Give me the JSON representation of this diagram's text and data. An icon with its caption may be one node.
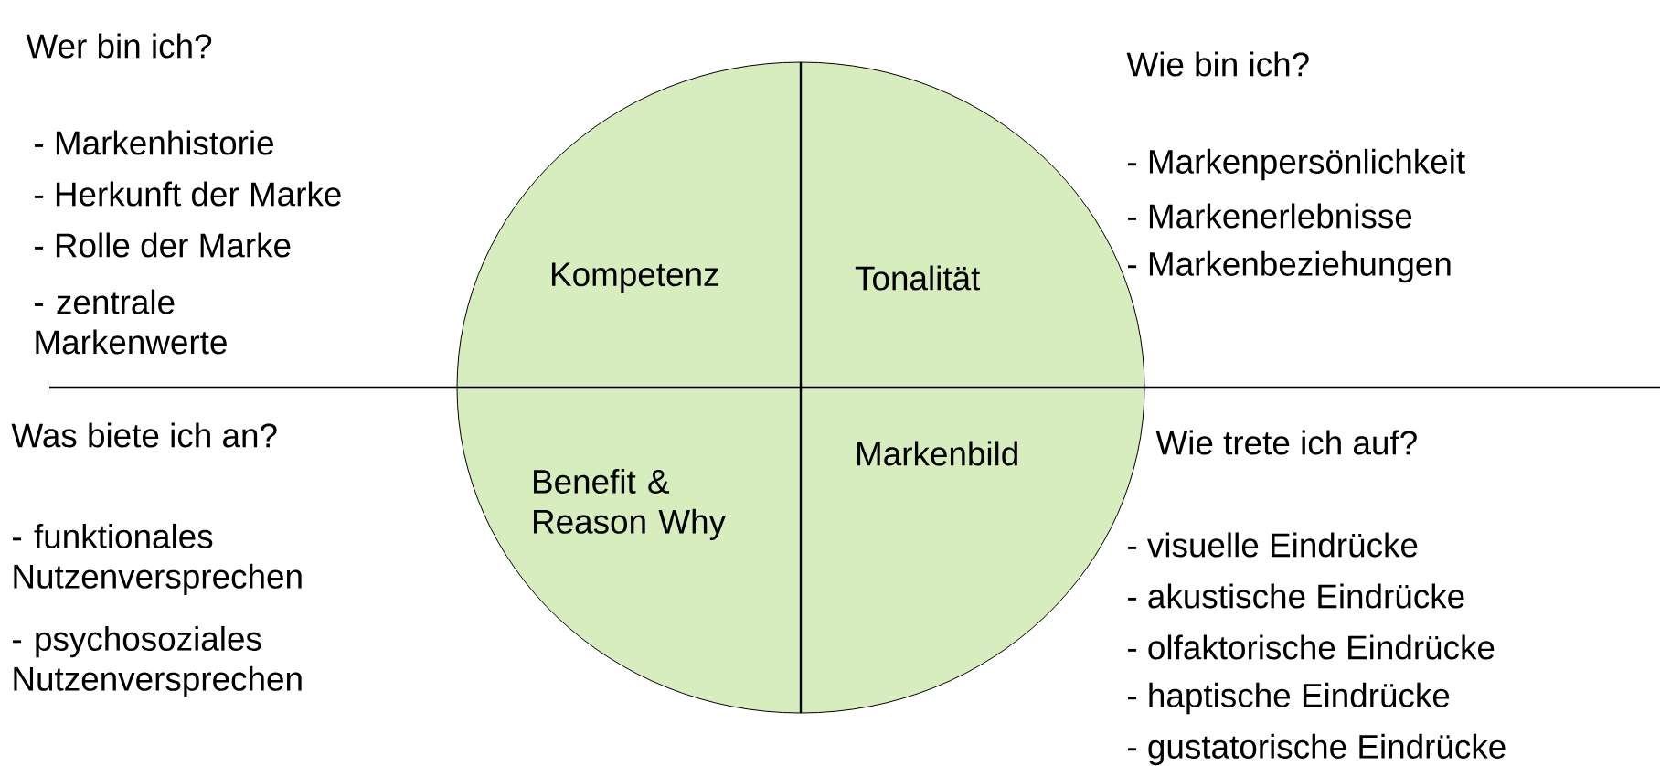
{
  "diagram": {
    "nodes": [
      {
        "text": [
          "Kompetenz",
          "Tonalität",
          "Benefit & Reason Why",
          "Markenbild"
        ]
      }
    ],
    "labels": [
      "Wer bin ich?",
      "- Markenhistorie",
      "- Herkunft der Marke",
      "- Rolle der Marke",
      "- zentrale Markenwerte",
      "Wie bin ich?",
      "- Markenpersönlichkeit",
      "- Markenerlebnisse",
      "- Markenbeziehungen",
      "Was biete ich an?",
      "- funktionales Nutzenversprechen",
      "- psychosoziales Nutzenversprechen",
      "Wie trete ich auf?",
      "- visuelle Eindrücke",
      "- akustische Eindrücke",
      "- olfaktorische Eindrücke",
      "- haptische Eindrücke",
      "- gustatorische Eindrücke"
    ]
  }
}
